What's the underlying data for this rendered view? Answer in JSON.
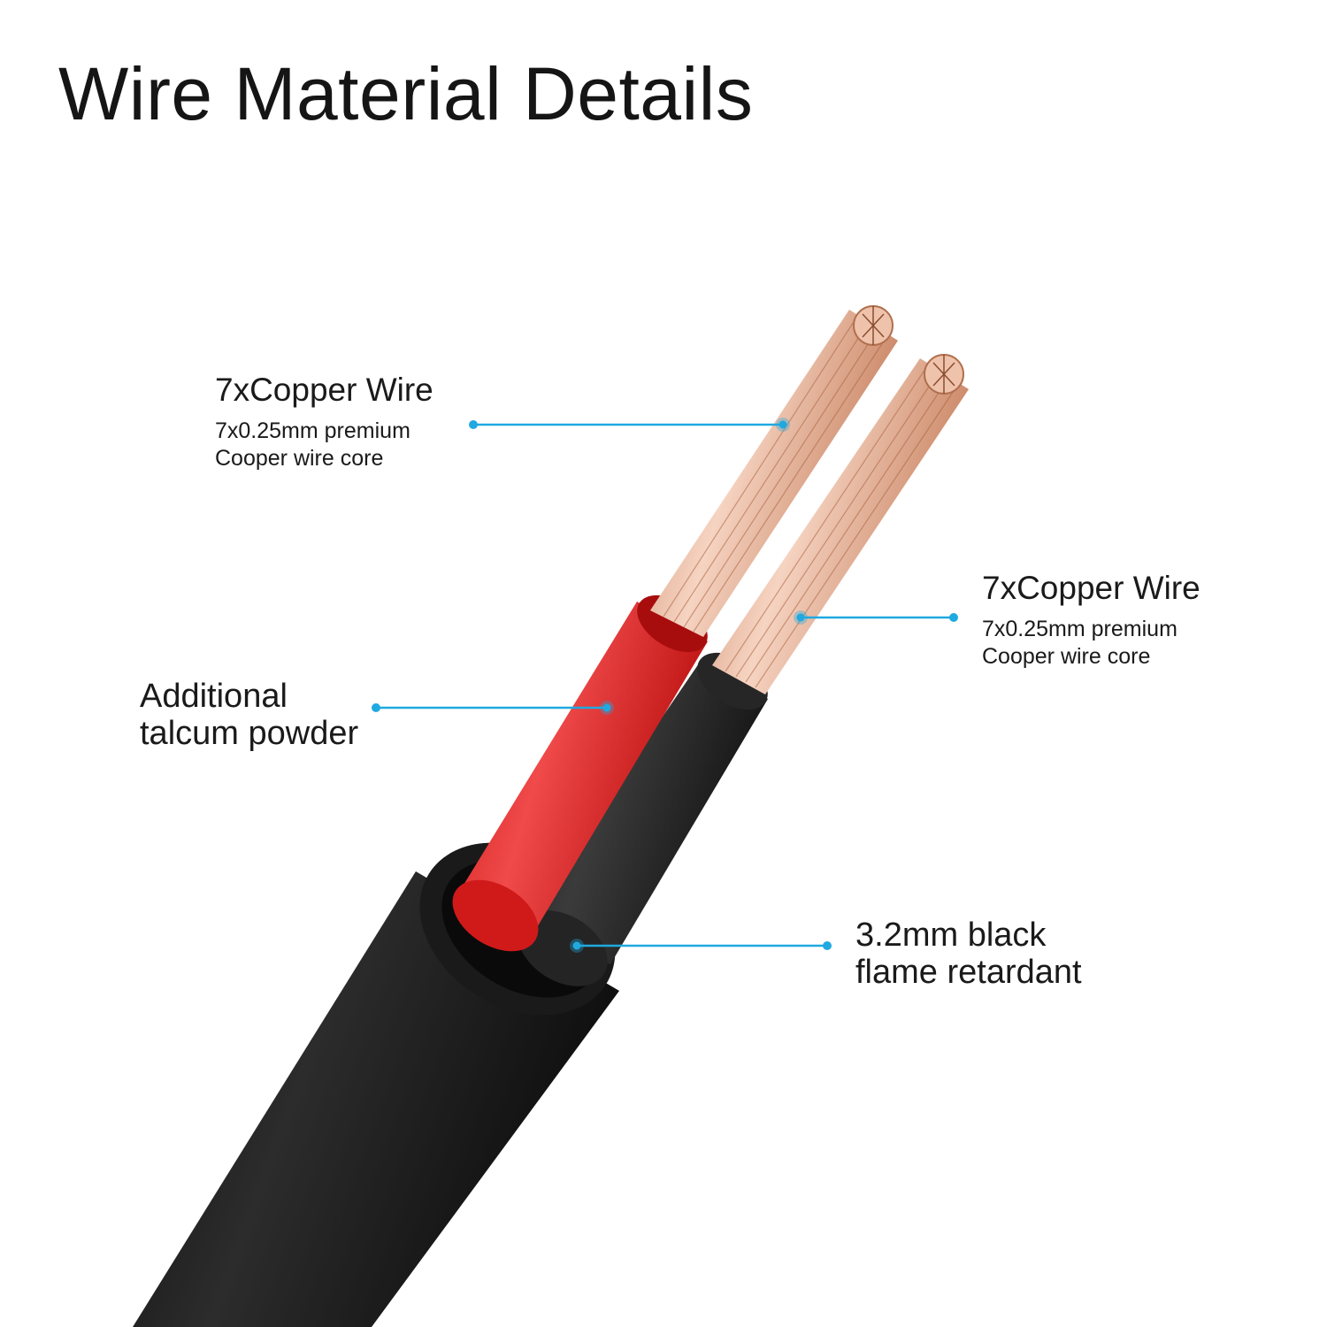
{
  "title": "Wire Material Details",
  "colors": {
    "callout": "#1fa9e0",
    "sheath": "#1c1c1c",
    "red_insulation": "#e11d1d",
    "copper": "#e6a98a"
  },
  "labels": {
    "copper_wire_left": {
      "title": "7xCopper Wire",
      "sub_line1": "7x0.25mm premium",
      "sub_line2": "Cooper wire core"
    },
    "copper_wire_right": {
      "title": "7xCopper Wire",
      "sub_line1": "7x0.25mm premium",
      "sub_line2": "Cooper wire core"
    },
    "talcum": {
      "line1": "Additional",
      "line2": "talcum powder"
    },
    "sheath": {
      "line1": "3.2mm black",
      "line2": "flame retardant"
    }
  }
}
